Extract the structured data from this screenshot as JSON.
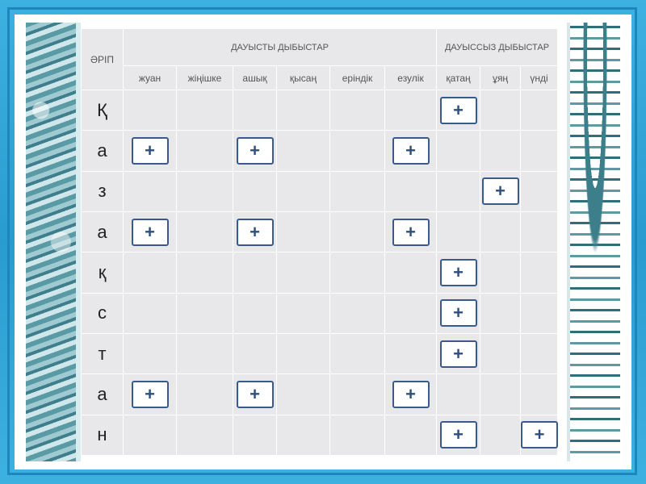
{
  "table": {
    "corner_header": "ӘРІП",
    "group_headers": {
      "vowels": "ДАУЫСТЫ ДЫБЫСТАР",
      "consonants": "ДАУЫССЫЗ ДЫБЫСТАР"
    },
    "columns": [
      "жуан",
      "жіңішке",
      "ашық",
      "қысаң",
      "еріндік",
      "езулік",
      "қатаң",
      "ұяң",
      "үнді"
    ],
    "mark": "+",
    "rows": [
      {
        "letter": "Қ",
        "marks": [
          false,
          false,
          false,
          false,
          false,
          false,
          true,
          false,
          false
        ]
      },
      {
        "letter": "а",
        "marks": [
          true,
          false,
          true,
          false,
          false,
          true,
          false,
          false,
          false
        ]
      },
      {
        "letter": "з",
        "marks": [
          false,
          false,
          false,
          false,
          false,
          false,
          false,
          true,
          false
        ]
      },
      {
        "letter": "а",
        "marks": [
          true,
          false,
          true,
          false,
          false,
          true,
          false,
          false,
          false
        ]
      },
      {
        "letter": "қ",
        "marks": [
          false,
          false,
          false,
          false,
          false,
          false,
          true,
          false,
          false
        ]
      },
      {
        "letter": "с",
        "marks": [
          false,
          false,
          false,
          false,
          false,
          false,
          true,
          false,
          false
        ]
      },
      {
        "letter": "т",
        "marks": [
          false,
          false,
          false,
          false,
          false,
          false,
          true,
          false,
          false
        ]
      },
      {
        "letter": "а",
        "marks": [
          true,
          false,
          true,
          false,
          false,
          true,
          false,
          false,
          false
        ]
      },
      {
        "letter": "н",
        "marks": [
          false,
          false,
          false,
          false,
          false,
          false,
          true,
          false,
          true
        ]
      }
    ]
  }
}
